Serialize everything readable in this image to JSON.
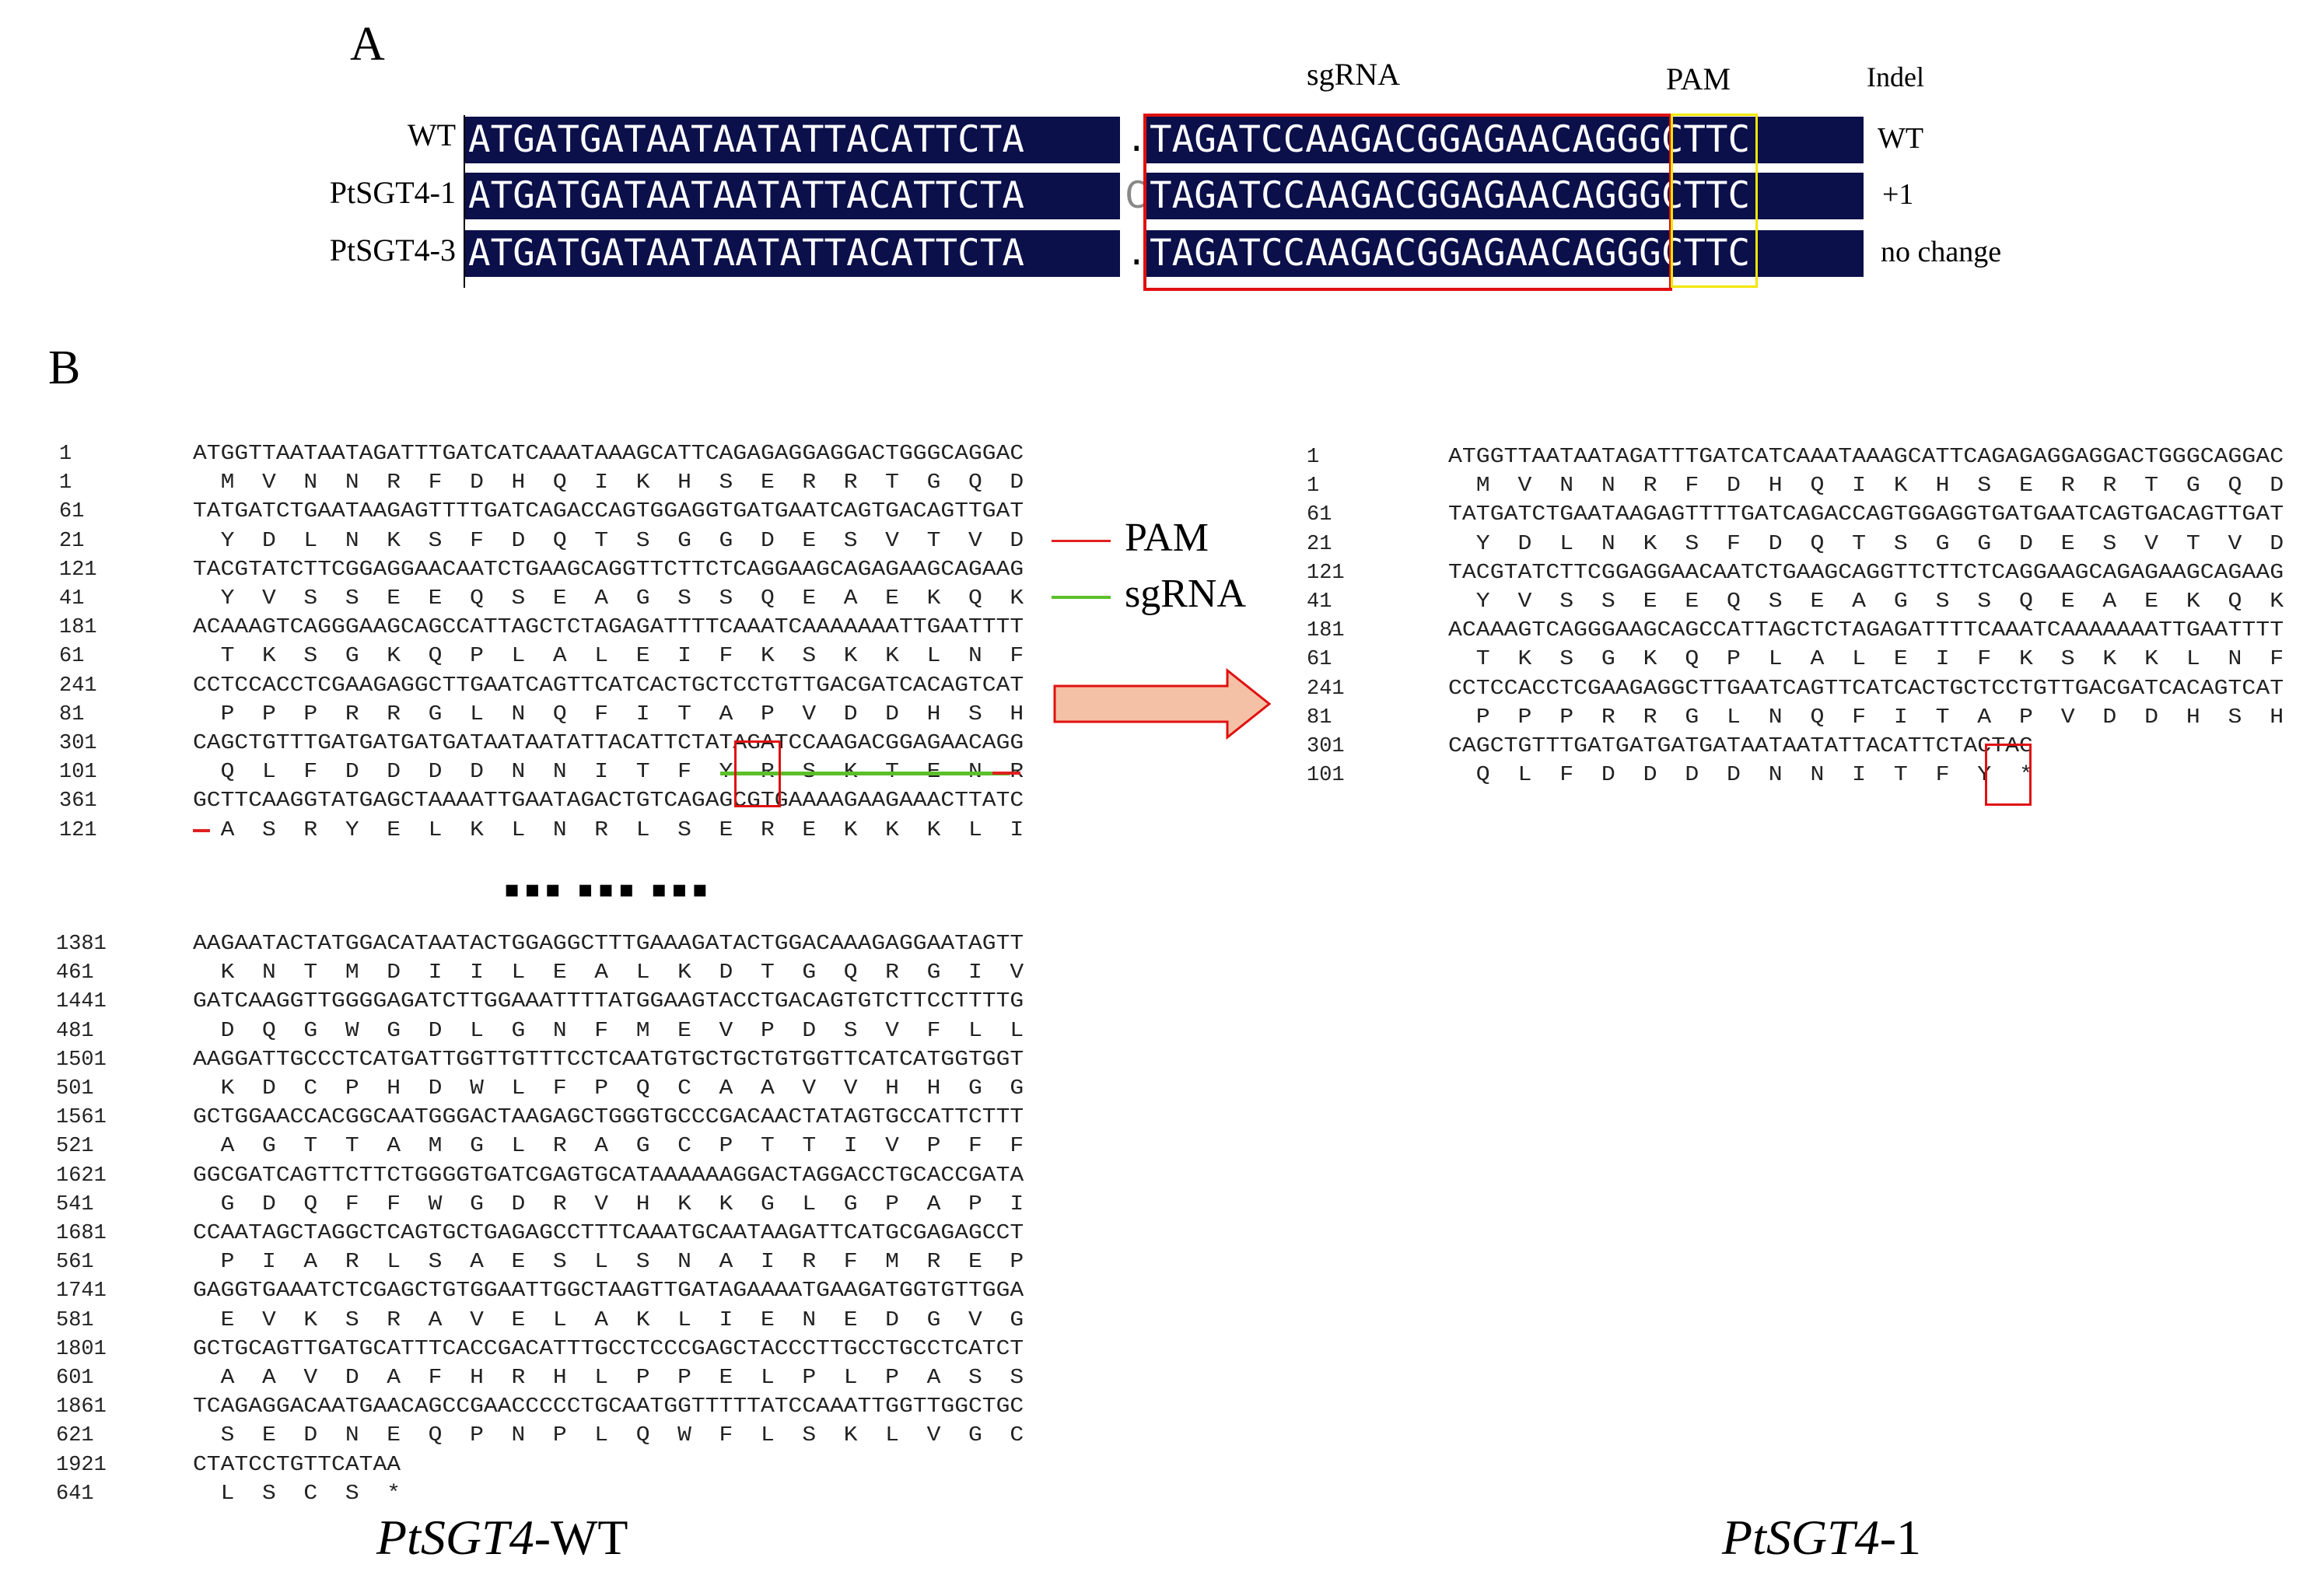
{
  "panel_a": {
    "letter": "A",
    "headers": {
      "sgrna": "sgRNA",
      "pam": "PAM",
      "indel": "Indel"
    },
    "rows": [
      {
        "name": "WT",
        "left": "ATGATGATAATAATATTACATTCTA",
        "mid": ".",
        "right": "TAGATCCAAGACGGAGAACAGGGCTTC",
        "indel": "WT"
      },
      {
        "name": "PtSGT4-1",
        "left": "ATGATGATAATAATATTACATTCTA",
        "mid": "C",
        "right": "TAGATCCAAGACGGAGAACAGGGCTTC",
        "indel": "+1"
      },
      {
        "name": "PtSGT4-3",
        "left": "ATGATGATAATAATATTACATTCTA",
        "mid": ".",
        "right": "TAGATCCAAGACGGAGAACAGGGCTTC",
        "indel": "no change"
      }
    ],
    "colors": {
      "align_bg": "#0b0f4a",
      "sgrna_box": "#e01010",
      "pam_box": "#f2e600"
    }
  },
  "panel_b": {
    "letter": "B",
    "legend": {
      "pam": "PAM",
      "sgrna": "sgRNA",
      "pam_color": "#e02020",
      "sgrna_color": "#5cbf2a"
    },
    "ellipsis": "▪▪▪  ▪▪▪  ▪▪▪",
    "wt_caption_italic": "PtSGT4",
    "wt_caption_rest": "-WT",
    "mut_caption_italic": "PtSGT4",
    "mut_caption_rest": "-1",
    "wt_block1": [
      {
        "n": "1",
        "s": "ATGGTTAATAATAGATTTGATCATCAAATAAAGCATTCAGAGAGGAGGACTGGGCAGGAC"
      },
      {
        "n": "1",
        "s": "  M  V  N  N  R  F  D  H  Q  I  K  H  S  E  R  R  T  G  Q  D"
      },
      {
        "n": "61",
        "s": "TATGATCTGAATAAGAGTTTTGATCAGACCAGTGGAGGTGATGAATCAGTGACAGTTGAT"
      },
      {
        "n": "21",
        "s": "  Y  D  L  N  K  S  F  D  Q  T  S  G  G  D  E  S  V  T  V  D"
      },
      {
        "n": "121",
        "s": "TACGTATCTTCGGAGGAACAATCTGAAGCAGGTTCTTCTCAGGAAGCAGAGAAGCAGAAG"
      },
      {
        "n": "41",
        "s": "  Y  V  S  S  E  E  Q  S  E  A  G  S  S  Q  E  A  E  K  Q  K"
      },
      {
        "n": "181",
        "s": "ACAAAGTCAGGGAAGCAGCCATTAGCTCTAGAGATTTTCAAATCAAAAAAATTGAATTTT"
      },
      {
        "n": "61",
        "s": "  T  K  S  G  K  Q  P  L  A  L  E  I  F  K  S  K  K  L  N  F"
      },
      {
        "n": "241",
        "s": "CCTCCACCTCGAAGAGGCTTGAATCAGTTCATCACTGCTCCTGTTGACGATCACAGTCAT"
      },
      {
        "n": "81",
        "s": "  P  P  P  R  R  G  L  N  Q  F  I  T  A  P  V  D  D  H  S  H"
      },
      {
        "n": "301",
        "s": "CAGCTGTTTGATGATGATGATAATAATATTACATTCTATAGATCCAAGACGGAGAACAGG"
      },
      {
        "n": "101",
        "s": "  Q  L  F  D  D  D  D  N  N  I  T  F  Y  R  S  K  T  E  N  R"
      },
      {
        "n": "361",
        "s": "GCTTCAAGGTATGAGCTAAAATTGAATAGACTGTCAGAGCGTGAAAAGAAGAAACTTATC"
      },
      {
        "n": "121",
        "s": "  A  S  R  Y  E  L  K  L  N  R  L  S  E  R  E  K  K  K  L  I"
      }
    ],
    "wt_block2": [
      {
        "n": "1381",
        "s": "AAGAATACTATGGACATAATACTGGAGGCTTTGAAAGATACTGGACAAAGAGGAATAGTT"
      },
      {
        "n": "461",
        "s": "  K  N  T  M  D  I  I  L  E  A  L  K  D  T  G  Q  R  G  I  V"
      },
      {
        "n": "1441",
        "s": "GATCAAGGTTGGGGAGATCTTGGAAATTTTATGGAAGTACCTGACAGTGTCTTCCTTTTG"
      },
      {
        "n": "481",
        "s": "  D  Q  G  W  G  D  L  G  N  F  M  E  V  P  D  S  V  F  L  L"
      },
      {
        "n": "1501",
        "s": "AAGGATTGCCCTCATGATTGGTTGTTTCCTCAATGTGCTGCTGTGGTTCATCATGGTGGT"
      },
      {
        "n": "501",
        "s": "  K  D  C  P  H  D  W  L  F  P  Q  C  A  A  V  V  H  H  G  G"
      },
      {
        "n": "1561",
        "s": "GCTGGAACCACGGCAATGGGACTAAGAGCTGGGTGCCCGACAACTATAGTGCCATTCTTT"
      },
      {
        "n": "521",
        "s": "  A  G  T  T  A  M  G  L  R  A  G  C  P  T  T  I  V  P  F  F"
      },
      {
        "n": "1621",
        "s": "GGCGATCAGTTCTTCTGGGGTGATCGAGTGCATAAAAAAGGACTAGGACCTGCACCGATA"
      },
      {
        "n": "541",
        "s": "  G  D  Q  F  F  W  G  D  R  V  H  K  K  G  L  G  P  A  P  I"
      },
      {
        "n": "1681",
        "s": "CCAATAGCTAGGCTCAGTGCTGAGAGCCTTTCAAATGCAATAAGATTCATGCGAGAGCCT"
      },
      {
        "n": "561",
        "s": "  P  I  A  R  L  S  A  E  S  L  S  N  A  I  R  F  M  R  E  P"
      },
      {
        "n": "1741",
        "s": "GAGGTGAAATCTCGAGCTGTGGAATTGGCTAAGTTGATAGAAAATGAAGATGGTGTTGGA"
      },
      {
        "n": "581",
        "s": "  E  V  K  S  R  A  V  E  L  A  K  L  I  E  N  E  D  G  V  G"
      },
      {
        "n": "1801",
        "s": "GCTGCAGTTGATGCATTTCACCGACATTTGCCTCCCGAGCTACCCTTGCCTGCCTCATCT"
      },
      {
        "n": "601",
        "s": "  A  A  V  D  A  F  H  R  H  L  P  P  E  L  P  L  P  A  S  S"
      },
      {
        "n": "1861",
        "s": "TCAGAGGACAATGAACAGCCGAACCCCCTGCAATGGTTTTTATCCAAATTGGTTGGCTGC"
      },
      {
        "n": "621",
        "s": "  S  E  D  N  E  Q  P  N  P  L  Q  W  F  L  S  K  L  V  G  C"
      },
      {
        "n": "1921",
        "s": "CTATCCTGTTCATAA"
      },
      {
        "n": "641",
        "s": "  L  S  C  S  *"
      }
    ],
    "mut_block": [
      {
        "n": "1",
        "s": "ATGGTTAATAATAGATTTGATCATCAAATAAAGCATTCAGAGAGGAGGACTGGGCAGGAC"
      },
      {
        "n": "1",
        "s": "  M  V  N  N  R  F  D  H  Q  I  K  H  S  E  R  R  T  G  Q  D"
      },
      {
        "n": "61",
        "s": "TATGATCTGAATAAGAGTTTTGATCAGACCAGTGGAGGTGATGAATCAGTGACAGTTGAT"
      },
      {
        "n": "21",
        "s": "  Y  D  L  N  K  S  F  D  Q  T  S  G  G  D  E  S  V  T  V  D"
      },
      {
        "n": "121",
        "s": "TACGTATCTTCGGAGGAACAATCTGAAGCAGGTTCTTCTCAGGAAGCAGAGAAGCAGAAG"
      },
      {
        "n": "41",
        "s": "  Y  V  S  S  E  E  Q  S  E  A  G  S  S  Q  E  A  E  K  Q  K"
      },
      {
        "n": "181",
        "s": "ACAAAGTCAGGGAAGCAGCCATTAGCTCTAGAGATTTTCAAATCAAAAAAATTGAATTTT"
      },
      {
        "n": "61",
        "s": "  T  K  S  G  K  Q  P  L  A  L  E  I  F  K  S  K  K  L  N  F"
      },
      {
        "n": "241",
        "s": "CCTCCACCTCGAAGAGGCTTGAATCAGTTCATCACTGCTCCTGTTGACGATCACAGTCAT"
      },
      {
        "n": "81",
        "s": "  P  P  P  R  R  G  L  N  Q  F  I  T  A  P  V  D  D  H  S  H"
      },
      {
        "n": "301",
        "s": "CAGCTGTTTGATGATGATGATAATAATATTACATTCTACTAG"
      },
      {
        "n": "101",
        "s": "  Q  L  F  D  D  D  D  N  N  I  T  F  Y  *"
      }
    ]
  }
}
